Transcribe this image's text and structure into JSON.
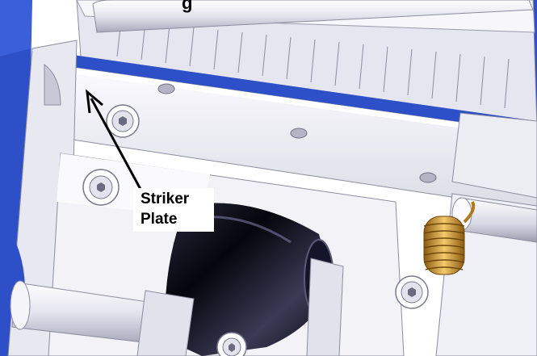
{
  "title_fragment": "g",
  "callout": {
    "line1": "Striker",
    "line2": "Plate"
  },
  "colors": {
    "frame_blue": "#2d4fc7",
    "plate": "#f1f1f6",
    "roller": "#0b0b14",
    "spring": "#d4a23e"
  }
}
